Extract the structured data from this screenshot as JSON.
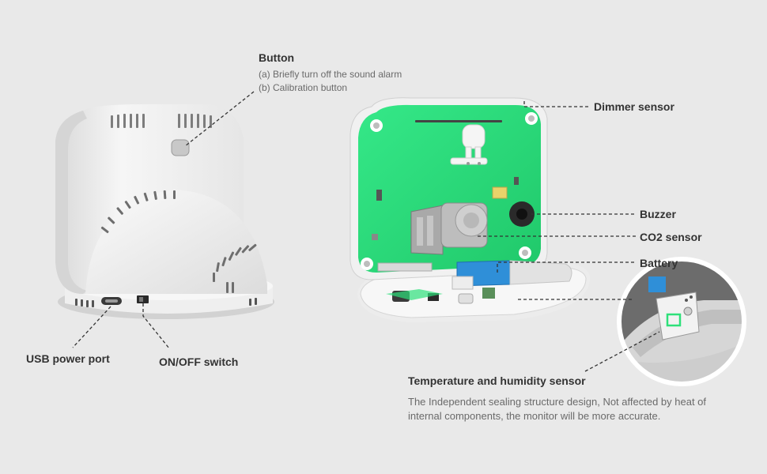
{
  "labels": {
    "button": {
      "title": "Button",
      "line_a": "(a) Briefly turn off the sound alarm",
      "line_b": "(b) Calibration button"
    },
    "dimmer_sensor": "Dimmer sensor",
    "buzzer": "Buzzer",
    "co2_sensor": "CO2 sensor",
    "battery": "Battery",
    "usb_power_port": "USB power port",
    "on_off_switch": "ON/OFF switch",
    "temp_humidity": {
      "title": "Temperature and humidity sensor",
      "description": "The Independent sealing structure design, Not affected by heat of internal components, the monitor will be more accurate."
    }
  },
  "colors": {
    "background": "#e9e9e9",
    "device_white": "#f4f4f4",
    "pcb_green": "#2ee07a",
    "battery_blue": "#2f8fd8",
    "leader_line": "#333333"
  }
}
